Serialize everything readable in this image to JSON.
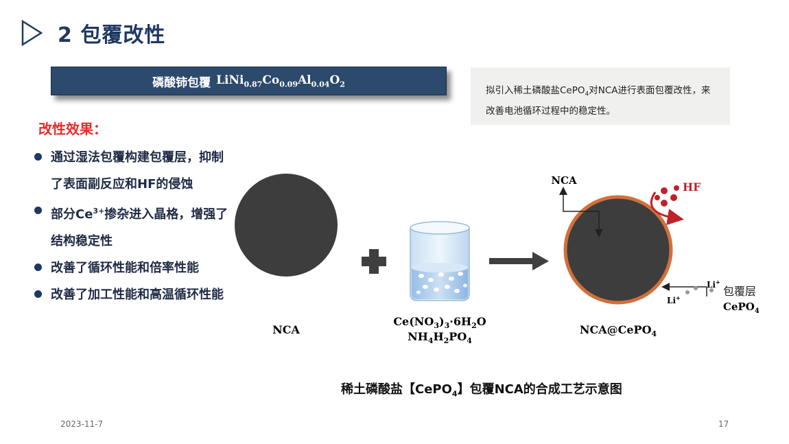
{
  "slide": {
    "title": "2 包覆改性",
    "date": "2023-11-7",
    "page_number": "17"
  },
  "banner": {
    "label": "磷酸铈包覆",
    "formula_parts": [
      "LiNi",
      "0.87",
      "Co",
      "0.09",
      "Al",
      "0.04",
      "O",
      "2"
    ]
  },
  "note": {
    "text_before": "拟引入稀土磷酸盐CePO",
    "sub": "4",
    "text_after": "对NCA进行表面包覆改性，来改善电池循环过程中的稳定性。"
  },
  "effects": {
    "heading": "改性效果：",
    "items": [
      {
        "text": "通过湿法包覆构建包覆层，抑制了表面副反应和HF的侵蚀"
      },
      {
        "text_before": "部分Ce",
        "sup": "3+",
        "text_after": "掺杂进入晶格，增强了结构稳定性"
      },
      {
        "text": "改善了循环性能和倍率性能"
      },
      {
        "text": "改善了加工性能和高温循环性能"
      }
    ]
  },
  "diagram": {
    "nca_label": "NCA",
    "reagent1": [
      "Ce(NO",
      "3",
      ")",
      "3",
      "·6H",
      "2",
      "O"
    ],
    "reagent2": [
      "NH",
      "4",
      "H",
      "2",
      "PO",
      "4"
    ],
    "product_label": [
      "NCA@CePO",
      "4"
    ],
    "core_label": "NCA",
    "hf_label": "HF",
    "li_label": "Li",
    "li_sup": "+",
    "coating_label": "包覆层",
    "coating_formula": [
      "CePO",
      "4"
    ],
    "colors": {
      "particle": "#3d3d3d",
      "coating": "#d2703a",
      "hf": "#c0202a",
      "arrow": "#3f3f3f"
    }
  },
  "caption": {
    "before": "稀土磷酸盐【CePO",
    "sub": "4",
    "after": "】包覆NCA的合成工艺示意图"
  }
}
